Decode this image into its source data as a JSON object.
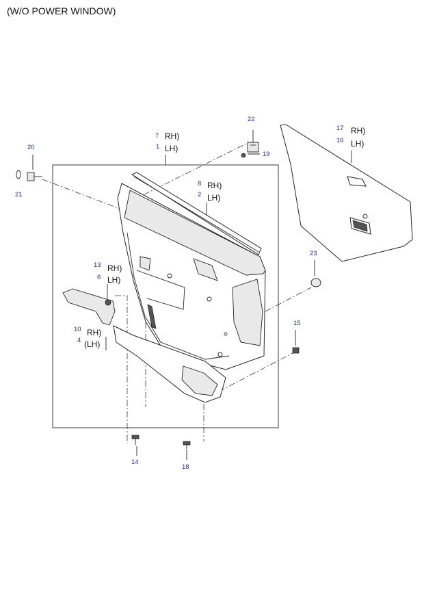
{
  "title": "(W/O POWER WINDOW)",
  "callouts": {
    "c1": {
      "num": "1",
      "side": "LH)"
    },
    "c2": {
      "num": "2",
      "side": "LH)"
    },
    "c4": {
      "num": "4",
      "side": "(LH)"
    },
    "c6": {
      "num": "6",
      "side": "LH)"
    },
    "c7": {
      "num": "7",
      "side": "RH)"
    },
    "c8": {
      "num": "8",
      "side": "RH)"
    },
    "c10": {
      "num": "10",
      "side": "RH)"
    },
    "c13": {
      "num": "13",
      "side": "RH)"
    },
    "c14": {
      "num": "14"
    },
    "c15": {
      "num": "15"
    },
    "c16": {
      "num": "16",
      "side": "LH)"
    },
    "c17": {
      "num": "17",
      "side": "RH)"
    },
    "c18": {
      "num": "18"
    },
    "c19": {
      "num": "19"
    },
    "c20": {
      "num": "20"
    },
    "c21": {
      "num": "21"
    },
    "c22": {
      "num": "22"
    },
    "c23": {
      "num": "23"
    }
  }
}
